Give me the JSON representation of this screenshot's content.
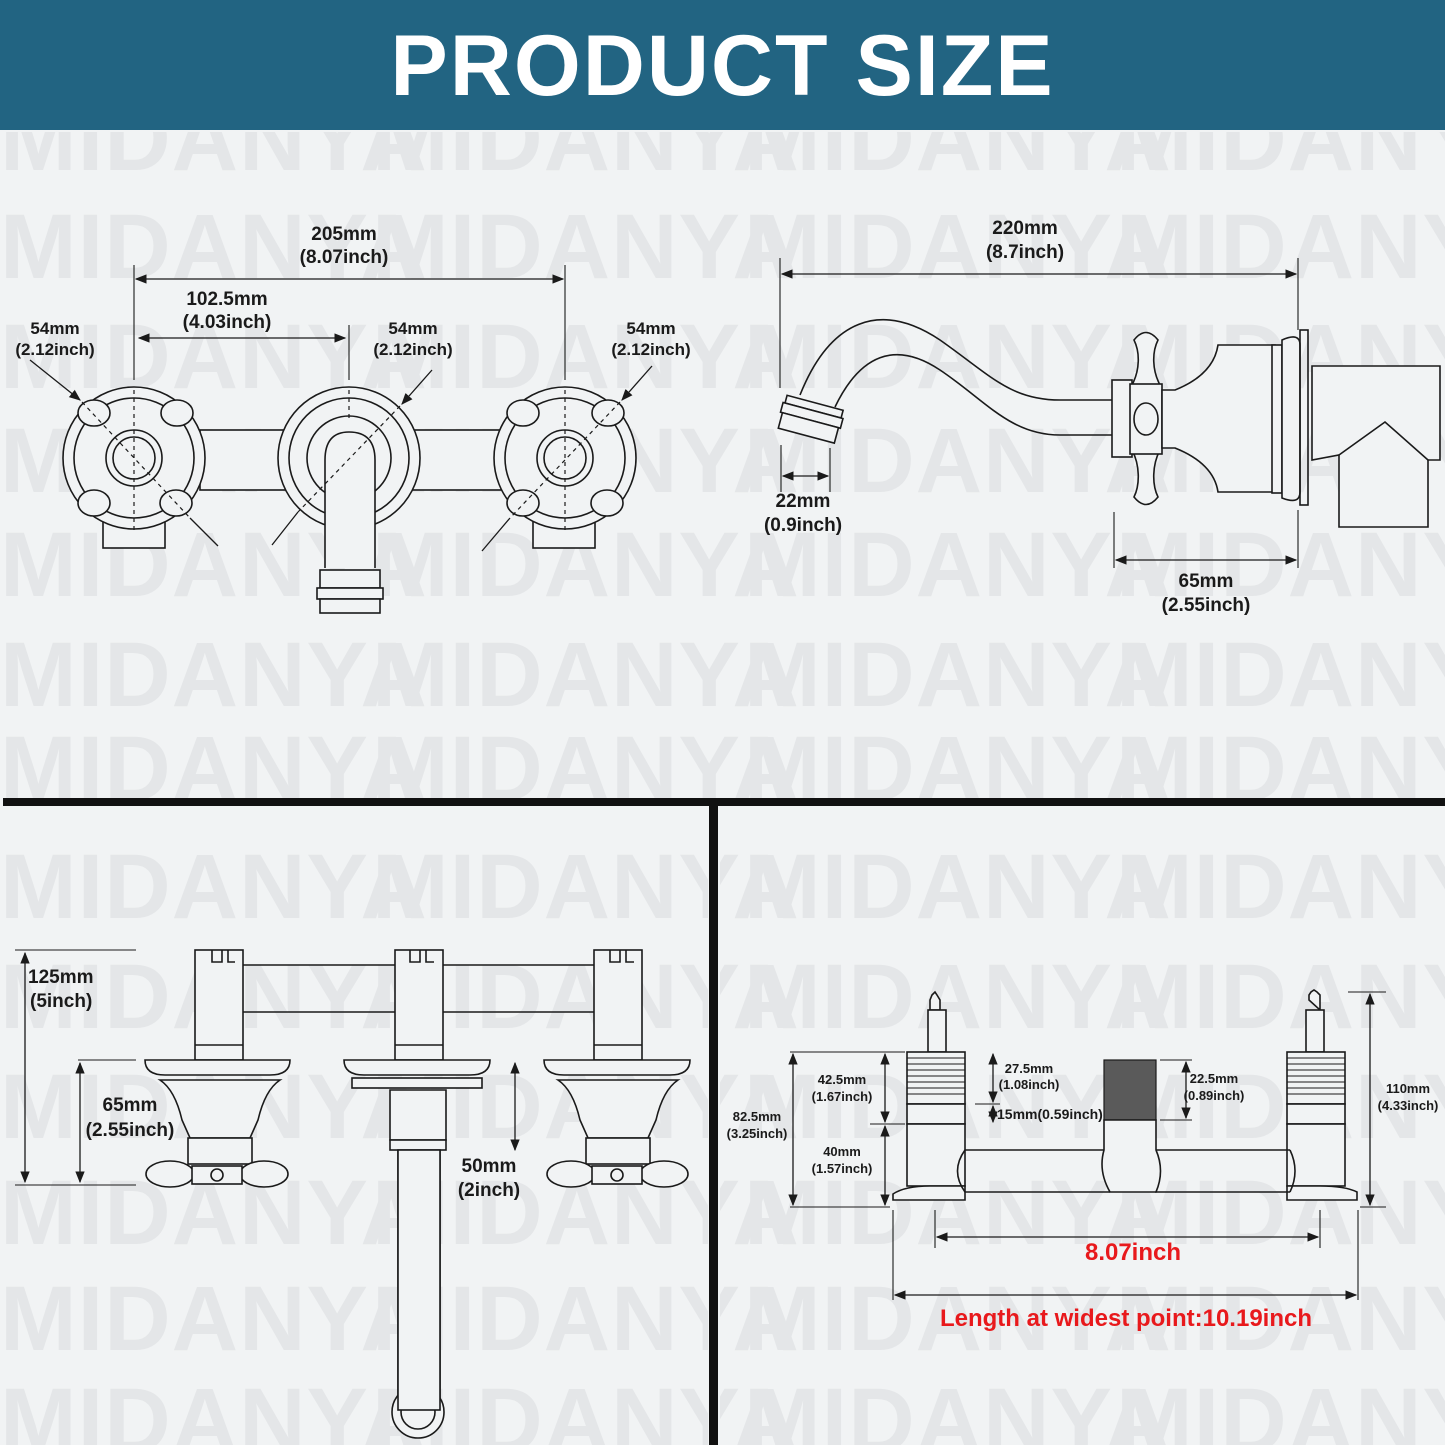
{
  "header": {
    "title": "PRODUCT SIZE"
  },
  "watermark": {
    "text": "MIDANYA"
  },
  "colors": {
    "banner": "#226482",
    "banner_text": "#ffffff",
    "accent_red": "#e8191c",
    "divider": "#111111"
  },
  "front_view": {
    "overall_mm": "205mm",
    "overall_in": "(8.07inch)",
    "half_mm": "102.5mm",
    "half_in": "(4.03inch)",
    "left_handle_mm": "54mm",
    "left_handle_in": "(2.12inch)",
    "center_mm": "54mm",
    "center_in": "(2.12inch)",
    "right_handle_mm": "54mm",
    "right_handle_in": "(2.12inch)"
  },
  "side_view": {
    "reach_mm": "220mm",
    "reach_in": "(8.7inch)",
    "outlet_mm": "22mm",
    "outlet_in": "(0.9inch)",
    "depth_mm": "65mm",
    "depth_in": "(2.55inch)"
  },
  "top_view": {
    "height_mm": "125mm",
    "height_in": "(5inch)",
    "handle_mm": "65mm",
    "handle_in": "(2.55inch)",
    "spout_mm": "50mm",
    "spout_in": "(2inch)"
  },
  "valve_view": {
    "a_mm": "42.5mm",
    "a_in": "(1.67inch)",
    "b_mm": "27.5mm",
    "b_in": "(1.08inch)",
    "c_text": "15mm(0.59inch)",
    "d_mm": "22.5mm",
    "d_in": "(0.89inch)",
    "e_mm": "82.5mm",
    "e_in": "(3.25inch)",
    "f_mm": "40mm",
    "f_in": "(1.57inch)",
    "g_mm": "110mm",
    "g_in": "(4.33inch)",
    "center_spacing": "8.07inch",
    "widest": "Length at widest point:10.19inch"
  }
}
